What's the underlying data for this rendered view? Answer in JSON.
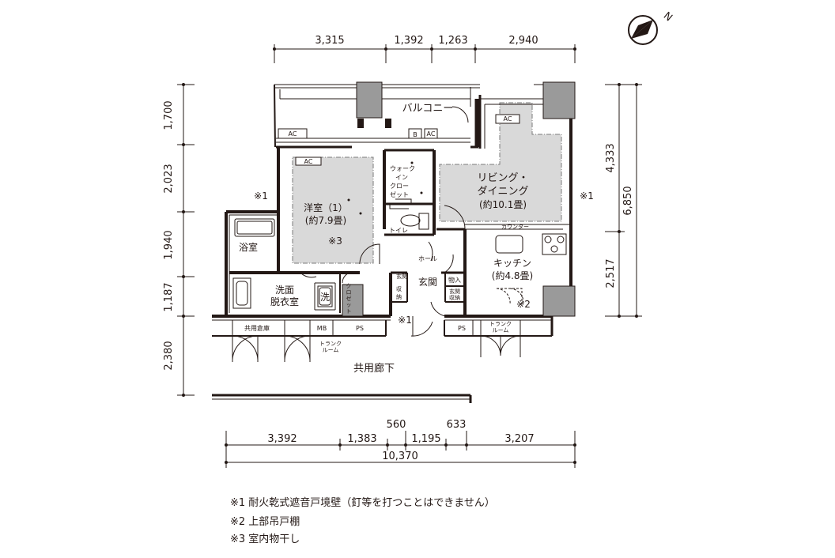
{
  "dims": {
    "top": [
      "3,315",
      "1,392",
      "1,263",
      "2,940"
    ],
    "bottom": [
      "3,392",
      "1,383",
      "560",
      "1,195",
      "633",
      "3,207"
    ],
    "bottom_total": "10,370",
    "left": [
      "1,700",
      "2,023",
      "1,940",
      "1,187",
      "2,380"
    ],
    "right": [
      "4,333",
      "2,517"
    ],
    "right_total": "6,850"
  },
  "compass_label": "N",
  "rooms": {
    "balcony": "バルコニー",
    "bedroom": "洋室（1）",
    "bedroom_size": "(約7.9畳)",
    "bedroom_note": "※3",
    "wic": [
      "ウォーク",
      "イン",
      "クロー",
      "ゼット"
    ],
    "living": [
      "リビング・",
      "ダイニング"
    ],
    "living_size": "(約10.1畳)",
    "kitchen": "キッチン",
    "kitchen_size": "(約4.8畳)",
    "kitchen_note": "※2",
    "counter": "カウンター",
    "toilet": "トイレ",
    "hall": "ホール",
    "entrance": "玄関",
    "shoe_storage": [
      "玄",
      "関",
      "収",
      "納"
    ],
    "storage": "物入",
    "entrance_storage": [
      "玄関",
      "収納"
    ],
    "bath": "浴室",
    "washroom": [
      "洗面",
      "脱衣室"
    ],
    "washer": "洗",
    "closet": [
      "ク",
      "ロ",
      "ゼ",
      "ッ",
      "ト"
    ],
    "common_storage": "共用倉庫",
    "mb": "MB",
    "ps_left": "PS",
    "ps_right": "PS",
    "trunk_left": [
      "トランク",
      "ルーム"
    ],
    "trunk_right": [
      "トランク",
      "ルーム"
    ],
    "corridor": "共用廊下",
    "ac": "AC",
    "b": "B",
    "mark1": "※1"
  },
  "notes": [
    "※1 耐火乾式遮音戸境壁（釘等を打つことはできません）",
    "※2 上部吊戸棚",
    "※3 室内物干し"
  ]
}
